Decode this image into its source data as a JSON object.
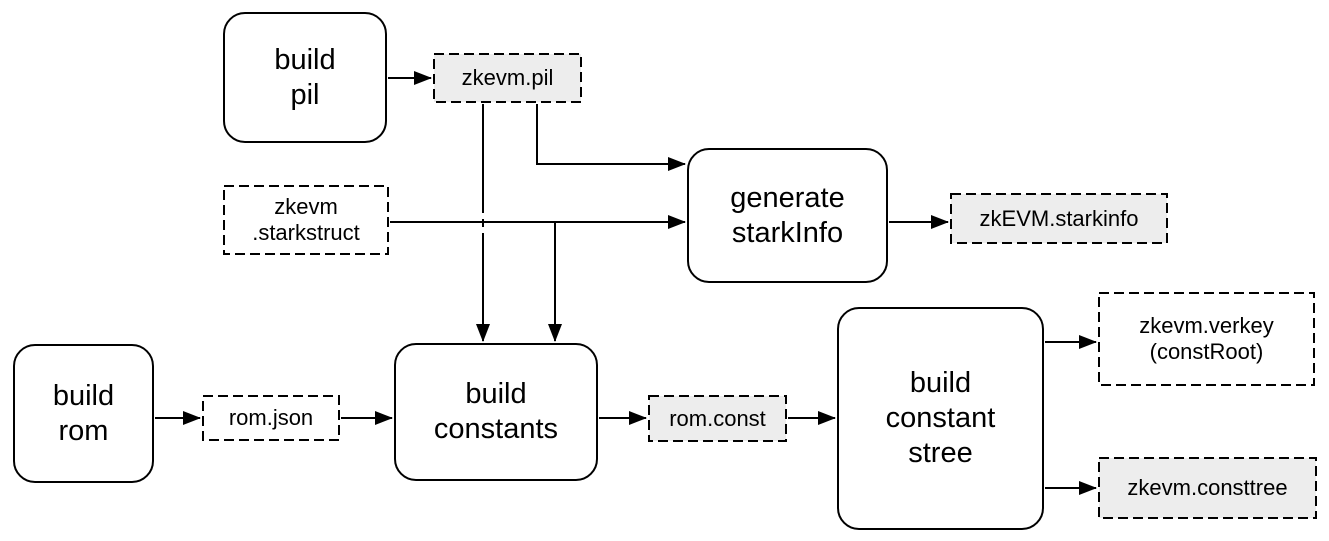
{
  "diagram": {
    "nodes": {
      "build_pil": {
        "label": "build\npil",
        "type": "process"
      },
      "zkevm_pil": {
        "label": "zkevm.pil",
        "type": "file",
        "fill": "#ededed"
      },
      "zkevm_starkstruct": {
        "label": "zkevm\n.starkstruct",
        "type": "file",
        "fill": "#ffffff"
      },
      "generate_starkinfo": {
        "label": "generate\nstarkInfo",
        "type": "process"
      },
      "zkevm_starkinfo": {
        "label": "zkEVM.starkinfo",
        "type": "file",
        "fill": "#ededed"
      },
      "build_rom": {
        "label": "build\nrom",
        "type": "process"
      },
      "rom_json": {
        "label": "rom.json",
        "type": "file",
        "fill": "#ffffff"
      },
      "build_constants": {
        "label": "build\nconstants",
        "type": "process"
      },
      "rom_const": {
        "label": "rom.const",
        "type": "file",
        "fill": "#ededed"
      },
      "build_constant_stree": {
        "label": "build\nconstant\nstree",
        "type": "process"
      },
      "zkevm_verkey": {
        "label": "zkevm.verkey\n(constRoot)",
        "type": "file",
        "fill": "#ffffff"
      },
      "zkevm_consttree": {
        "label": "zkevm.consttree",
        "type": "file",
        "fill": "#ededed"
      }
    },
    "edges": [
      {
        "from": "build_pil",
        "to": "zkevm_pil"
      },
      {
        "from": "zkevm_pil",
        "to": "build_constants"
      },
      {
        "from": "zkevm_pil",
        "to": "generate_starkinfo"
      },
      {
        "from": "zkevm_starkstruct",
        "to": "generate_starkinfo"
      },
      {
        "from": "zkevm_starkstruct",
        "to": "build_constants"
      },
      {
        "from": "generate_starkinfo",
        "to": "zkevm_starkinfo"
      },
      {
        "from": "build_rom",
        "to": "rom_json"
      },
      {
        "from": "rom_json",
        "to": "build_constants"
      },
      {
        "from": "build_constants",
        "to": "rom_const"
      },
      {
        "from": "rom_const",
        "to": "build_constant_stree"
      },
      {
        "from": "build_constant_stree",
        "to": "zkevm_verkey"
      },
      {
        "from": "build_constant_stree",
        "to": "zkevm_consttree"
      }
    ],
    "colors": {
      "stroke": "#000000",
      "file_fill_shaded": "#ededed",
      "file_fill_plain": "#ffffff",
      "process_fill": "#ffffff",
      "background": "#ffffff"
    }
  }
}
